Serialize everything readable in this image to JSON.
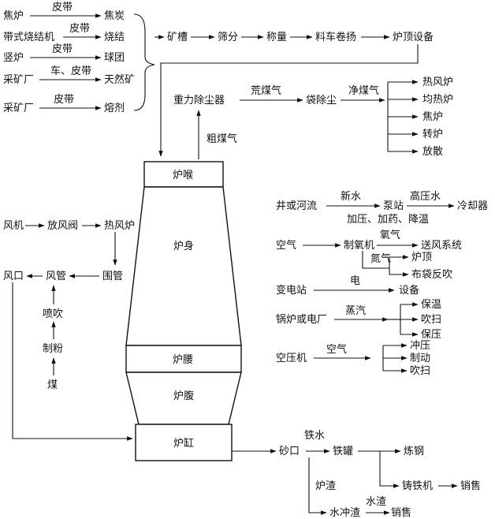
{
  "raw_materials": {
    "sources": [
      "焦炉",
      "带式烧结机",
      "竖炉",
      "采矿厂",
      "采矿厂"
    ],
    "transports": [
      "皮带",
      "皮带",
      "皮带",
      "车、皮带",
      "皮带"
    ],
    "materials": [
      "焦炭",
      "烧结",
      "球团",
      "天然矿",
      "熔剂"
    ]
  },
  "charging_line": [
    "矿槽",
    "筛分",
    "称量",
    "料车卷扬",
    "炉顶设备"
  ],
  "gas_system": {
    "raw_gas": "粗煤气",
    "dust_catcher": "重力除尘器",
    "dirty_gas": "荒煤气",
    "bag_filter": "袋除尘",
    "clean_gas": "净煤气",
    "users": [
      "热风炉",
      "均热炉",
      "焦炉",
      "转炉",
      "放散"
    ]
  },
  "furnace": {
    "parts": [
      "炉喉",
      "炉身",
      "炉腰",
      "炉腹",
      "炉缸"
    ]
  },
  "blast_system": {
    "blower": "风机",
    "snort_valve": "放风阀",
    "stove": "热风炉",
    "bustle_pipe": "围管",
    "blowpipe": "风管",
    "tuyere": "风口",
    "injection": "喷吹",
    "grinding": "制粉",
    "coal": "煤"
  },
  "utilities": {
    "water": {
      "source": "井或河流",
      "label": "新水",
      "pump": "泵站",
      "hp_label": "高压水",
      "target": "冷却器",
      "treatment": "加压、加药、降温"
    },
    "oxygen": {
      "source": "空气",
      "plant": "制氧机",
      "o2_label": "氧气",
      "n2_label": "氮气",
      "o2_target": "送风系统",
      "n2_targets": [
        "炉顶",
        "布袋反吹"
      ]
    },
    "power": {
      "source": "变电站",
      "label": "电",
      "target": "设备"
    },
    "steam": {
      "source": "锅炉或电厂",
      "label": "蒸汽",
      "uses": [
        "保温",
        "吹扫",
        "保压"
      ]
    },
    "air": {
      "source": "空压机",
      "label": "空气",
      "uses": [
        "冲压",
        "制动",
        "吹扫"
      ]
    }
  },
  "products": {
    "taphole": "砂口",
    "iron_label": "铁水",
    "ladle": "铁罐",
    "steelmaking": "炼钢",
    "pig_caster": "铸铁机",
    "iron_sale": "销售",
    "slag_label": "炉渣",
    "granulated": "水冲渣",
    "water_slag_label": "水渣",
    "slag_sale": "销售"
  }
}
